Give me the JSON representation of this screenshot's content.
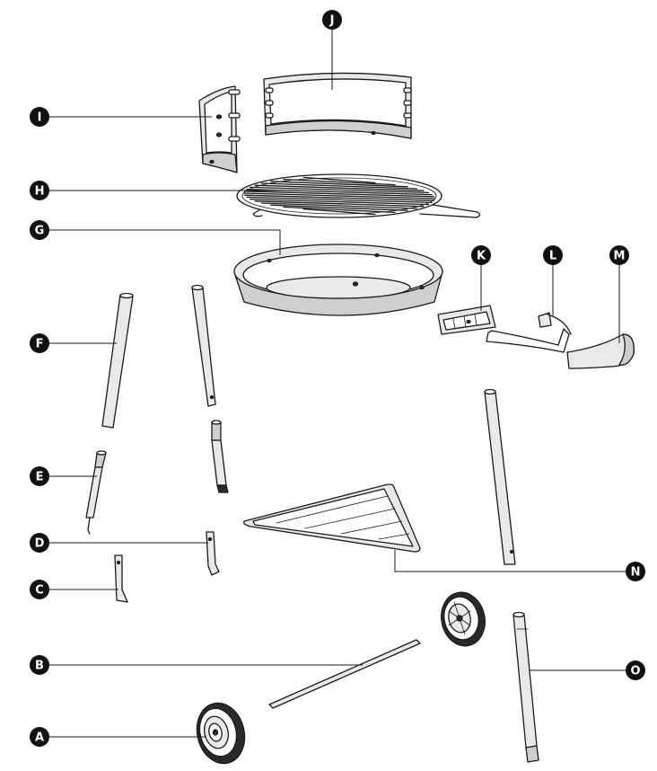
{
  "callouts": {
    "A": "A",
    "B": "B",
    "C": "C",
    "D": "D",
    "E": "E",
    "F": "F",
    "G": "G",
    "H": "H",
    "I": "I",
    "J": "J",
    "K": "K",
    "L": "L",
    "M": "M",
    "N": "N",
    "O": "O"
  },
  "colors": {
    "ink": "#1a1a1a",
    "badge": "#111111",
    "badge_text": "#ffffff"
  }
}
